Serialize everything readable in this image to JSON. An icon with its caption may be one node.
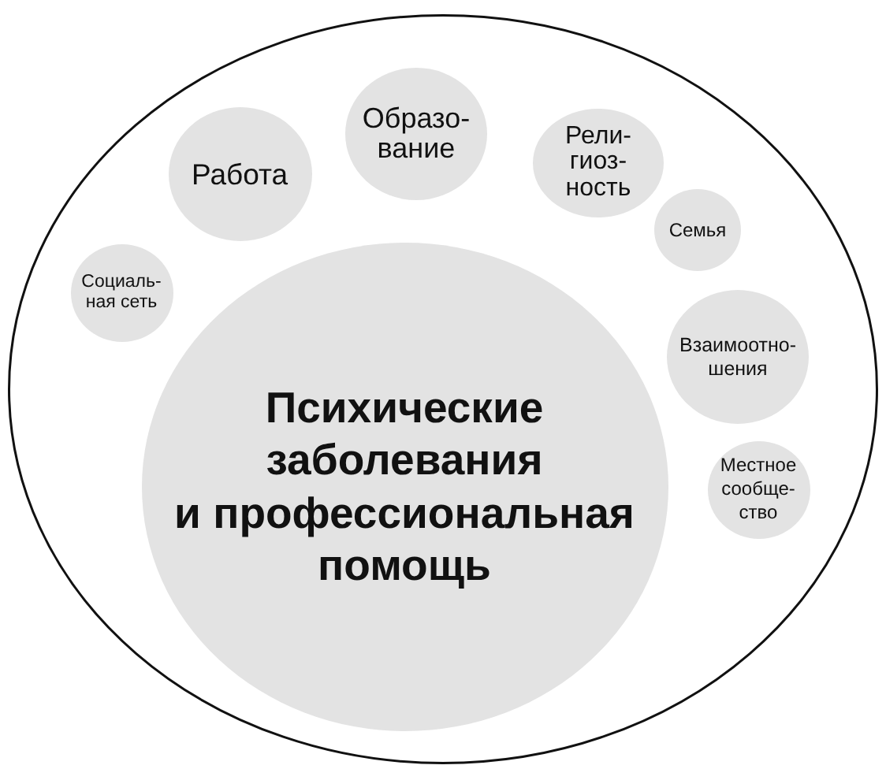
{
  "diagram": {
    "nodes": [
      {
        "text": [],
        "shape": "ellipse"
      },
      {
        "text": [
          "Социаль- ная сеть"
        ],
        "in": 0
      },
      {
        "text": [
          "Работа"
        ],
        "in": 0
      },
      {
        "text": [
          "Образо- вание"
        ],
        "in": 0
      },
      {
        "text": [
          "Рели- гиоз- ность"
        ],
        "in": 0
      },
      {
        "text": [
          "Семья"
        ],
        "in": 0
      },
      {
        "text": [
          "Взаимоотно- шения"
        ],
        "in": 0
      },
      {
        "text": [
          "Местное сообще- ство"
        ],
        "in": 0
      },
      {
        "text": [
          "Психические заболевания и профессиональная помощь"
        ],
        "in": 0
      }
    ]
  }
}
